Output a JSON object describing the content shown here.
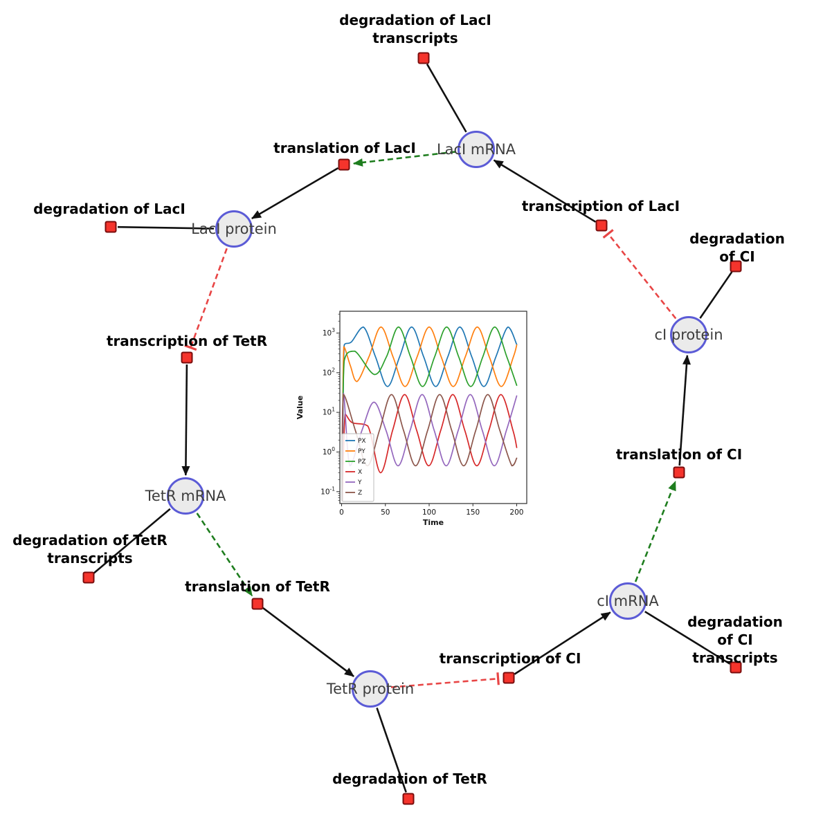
{
  "diagram": {
    "species": [
      {
        "id": "laci_mrna",
        "label": "LacI mRNA"
      },
      {
        "id": "laci_protein",
        "label": "LacI protein"
      },
      {
        "id": "tetr_mrna",
        "label": "TetR mRNA"
      },
      {
        "id": "tetr_protein",
        "label": "TetR protein"
      },
      {
        "id": "ci_mrna",
        "label": "cI mRNA"
      },
      {
        "id": "ci_protein",
        "label": "cI protein"
      }
    ],
    "reactions": [
      {
        "id": "deg_laci_tx",
        "label": "degradation of LacI\ntranscripts"
      },
      {
        "id": "transl_laci",
        "label": "translation of LacI"
      },
      {
        "id": "deg_laci",
        "label": "degradation of LacI"
      },
      {
        "id": "txn_laci",
        "label": "transcription of LacI"
      },
      {
        "id": "deg_ci",
        "label": "degradation of CI"
      },
      {
        "id": "txn_tetr",
        "label": "transcription of TetR"
      },
      {
        "id": "deg_tetr_tx",
        "label": "degradation of TetR\ntranscripts"
      },
      {
        "id": "transl_tetr",
        "label": "translation of TetR"
      },
      {
        "id": "transl_ci",
        "label": "translation of CI"
      },
      {
        "id": "txn_ci",
        "label": "transcription of CI"
      },
      {
        "id": "deg_ci_tx",
        "label": "degradation of CI\ntranscripts"
      },
      {
        "id": "deg_tetr",
        "label": "degradation of TetR"
      }
    ],
    "edges": [
      {
        "source": "laci_mrna",
        "target": "deg_laci_tx",
        "type": "consumption"
      },
      {
        "source": "laci_mrna",
        "target": "transl_laci",
        "type": "modifier"
      },
      {
        "source": "transl_laci",
        "target": "laci_protein",
        "type": "production"
      },
      {
        "source": "laci_protein",
        "target": "deg_laci",
        "type": "consumption"
      },
      {
        "source": "laci_protein",
        "target": "txn_tetr",
        "type": "repression"
      },
      {
        "source": "txn_tetr",
        "target": "tetr_mrna",
        "type": "production"
      },
      {
        "source": "tetr_mrna",
        "target": "deg_tetr_tx",
        "type": "consumption"
      },
      {
        "source": "tetr_mrna",
        "target": "transl_tetr",
        "type": "modifier"
      },
      {
        "source": "transl_tetr",
        "target": "tetr_protein",
        "type": "production"
      },
      {
        "source": "tetr_protein",
        "target": "deg_tetr",
        "type": "consumption"
      },
      {
        "source": "tetr_protein",
        "target": "txn_ci",
        "type": "repression"
      },
      {
        "source": "txn_ci",
        "target": "ci_mrna",
        "type": "production"
      },
      {
        "source": "ci_mrna",
        "target": "deg_ci_tx",
        "type": "consumption"
      },
      {
        "source": "ci_mrna",
        "target": "transl_ci",
        "type": "modifier"
      },
      {
        "source": "transl_ci",
        "target": "ci_protein",
        "type": "production"
      },
      {
        "source": "ci_protein",
        "target": "deg_ci",
        "type": "consumption"
      },
      {
        "source": "ci_protein",
        "target": "txn_laci",
        "type": "repression"
      },
      {
        "source": "txn_laci",
        "target": "laci_mrna",
        "type": "production"
      }
    ],
    "colors": {
      "species_fill": "#ebebeb",
      "species_border": "#5b5bd6",
      "reaction_fill": "#f5342c",
      "reaction_border": "#7a0d0d",
      "reaction_edge": "#111111",
      "modifier_edge": "#1e7d1e",
      "repression_edge": "#e84545"
    }
  },
  "chart_data": {
    "type": "line",
    "title": "",
    "xlabel": "Time",
    "ylabel": "Value",
    "y_scale": "log",
    "x_ticks": [
      0,
      50,
      100,
      150,
      200
    ],
    "y_tick_exponents": [
      -1,
      0,
      1,
      2,
      3
    ],
    "xlim": [
      -2,
      211.5
    ],
    "ylim_log10": [
      -1.3,
      3.55
    ],
    "legend_position": "lower left",
    "series": [
      {
        "name": "PX",
        "color": "#1f77b4",
        "x": [
          1,
          3,
          11.25,
          25,
          38.75,
          52.5,
          66.25,
          80,
          93.75,
          107.5,
          121.25,
          135,
          148.75,
          162.5,
          176.25,
          190,
          200
        ],
        "y": [
          0.06,
          500,
          600,
          1413,
          251,
          45,
          251,
          1413,
          251,
          45,
          251,
          1413,
          251,
          45,
          251,
          1413,
          515
        ]
      },
      {
        "name": "PY",
        "color": "#ff7f0e",
        "x": [
          1,
          2.5,
          10,
          17.5,
          31.25,
          45,
          58.75,
          72.5,
          86.25,
          100,
          113.75,
          127.5,
          141.25,
          155,
          168.75,
          182.5,
          196.25,
          200
        ],
        "y": [
          0.06,
          450,
          150,
          60,
          251,
          1413,
          251,
          45,
          251,
          1413,
          251,
          45,
          251,
          1413,
          251,
          45,
          251,
          500
        ]
      },
      {
        "name": "PZ",
        "color": "#2ca02c",
        "x": [
          1,
          3,
          15,
          37.5,
          51.25,
          65,
          78.75,
          92.5,
          106.25,
          120,
          133.75,
          147.5,
          161.25,
          175,
          188.75,
          200
        ],
        "y": [
          0.06,
          200,
          350,
          90,
          251,
          1413,
          251,
          45,
          251,
          1413,
          251,
          45,
          251,
          1413,
          251,
          48
        ]
      },
      {
        "name": "X",
        "color": "#d62728",
        "x": [
          1,
          4,
          12,
          30,
          44.5,
          58.25,
          72,
          85.75,
          99.5,
          113.25,
          127,
          140.75,
          154.5,
          168.25,
          182,
          195.75,
          200
        ],
        "y": [
          0.06,
          9,
          5.5,
          4.5,
          0.3,
          3.5,
          28,
          3.5,
          0.45,
          3.5,
          28,
          3.5,
          0.45,
          3.5,
          28,
          3.5,
          1.3
        ]
      },
      {
        "name": "Y",
        "color": "#9467bd",
        "x": [
          1,
          2.2,
          9.5,
          23.25,
          37,
          50.75,
          64.5,
          78.25,
          92,
          105.75,
          119.5,
          133.25,
          147,
          160.75,
          174.5,
          188.25,
          200
        ],
        "y": [
          0.06,
          30,
          0.45,
          3.5,
          18,
          3.5,
          0.45,
          3.5,
          28,
          3.5,
          0.45,
          3.5,
          28,
          3.5,
          0.45,
          3.5,
          26
        ]
      },
      {
        "name": "Z",
        "color": "#8c564b",
        "x": [
          1,
          2.2,
          15.75,
          29.5,
          43.25,
          57,
          70.75,
          84.5,
          98.25,
          112,
          125.75,
          139.5,
          153.25,
          167,
          180.75,
          194.5,
          200
        ],
        "y": [
          0.06,
          28,
          3.5,
          0.45,
          3.5,
          28,
          3.5,
          0.45,
          3.5,
          28,
          3.5,
          0.45,
          3.5,
          28,
          3.5,
          0.45,
          0.7
        ]
      }
    ]
  }
}
